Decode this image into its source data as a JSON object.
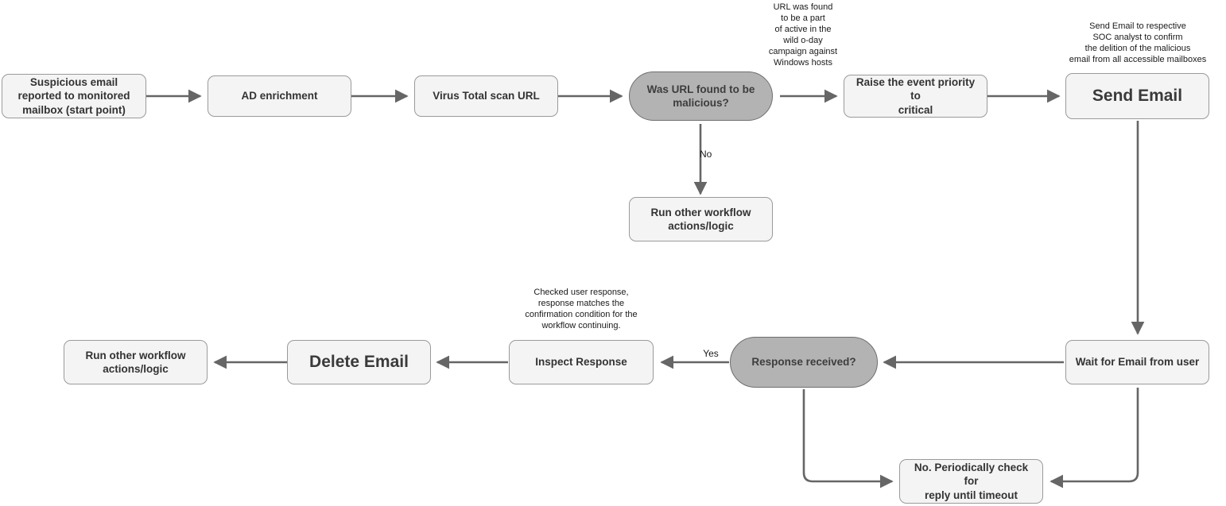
{
  "diagram": {
    "title": "Suspicious email phishing response workflow",
    "colors": {
      "process_fill": "#f4f4f4",
      "process_stroke": "#9a9a9a",
      "decision_fill": "#b3b3b3",
      "decision_stroke": "#6e6e6e",
      "edge_stroke": "#666666",
      "text": "#333333",
      "background": "#ffffff"
    },
    "nodes": [
      {
        "id": "start",
        "type": "process",
        "label": "Suspicious email\nreported to monitored\nmailbox (start point)"
      },
      {
        "id": "ad",
        "type": "process",
        "label": "AD enrichment"
      },
      {
        "id": "vt",
        "type": "process",
        "label": "Virus Total scan URL"
      },
      {
        "id": "decision1",
        "type": "decision",
        "label": "Was URL found to be\nmalicious?"
      },
      {
        "id": "raise",
        "type": "process",
        "label": "Raise the event priority to\ncritical"
      },
      {
        "id": "sendemail",
        "type": "process",
        "label": "Send Email"
      },
      {
        "id": "runother1",
        "type": "process",
        "label": "Run other workflow\nactions/logic"
      },
      {
        "id": "wait",
        "type": "process",
        "label": "Wait for Email from user"
      },
      {
        "id": "decision2",
        "type": "decision",
        "label": "Response received?"
      },
      {
        "id": "inspect",
        "type": "process",
        "label": "Inspect Response"
      },
      {
        "id": "delete",
        "type": "process",
        "label": "Delete Email"
      },
      {
        "id": "runother2",
        "type": "process",
        "label": "Run other workflow\nactions/logic"
      },
      {
        "id": "periodic",
        "type": "process",
        "label": "No. Periodically check for\nreply until timeout"
      }
    ],
    "edge_labels": [
      {
        "id": "url-campaign",
        "text": "URL was found\nto be a part\nof active in the\nwild o-day\ncampaign against\nWindows hosts"
      },
      {
        "id": "send-email-note",
        "text": "Send Email to respective\nSOC analyst to confirm\nthe delition of the malicious\nemail from all accessible mailboxes"
      },
      {
        "id": "no-branch",
        "text": "No"
      },
      {
        "id": "checked-response-note",
        "text": "Checked user response,\nresponse matches the\nconfirmation condition for the\nworkflow continuing."
      },
      {
        "id": "yes-branch",
        "text": "Yes"
      }
    ]
  }
}
